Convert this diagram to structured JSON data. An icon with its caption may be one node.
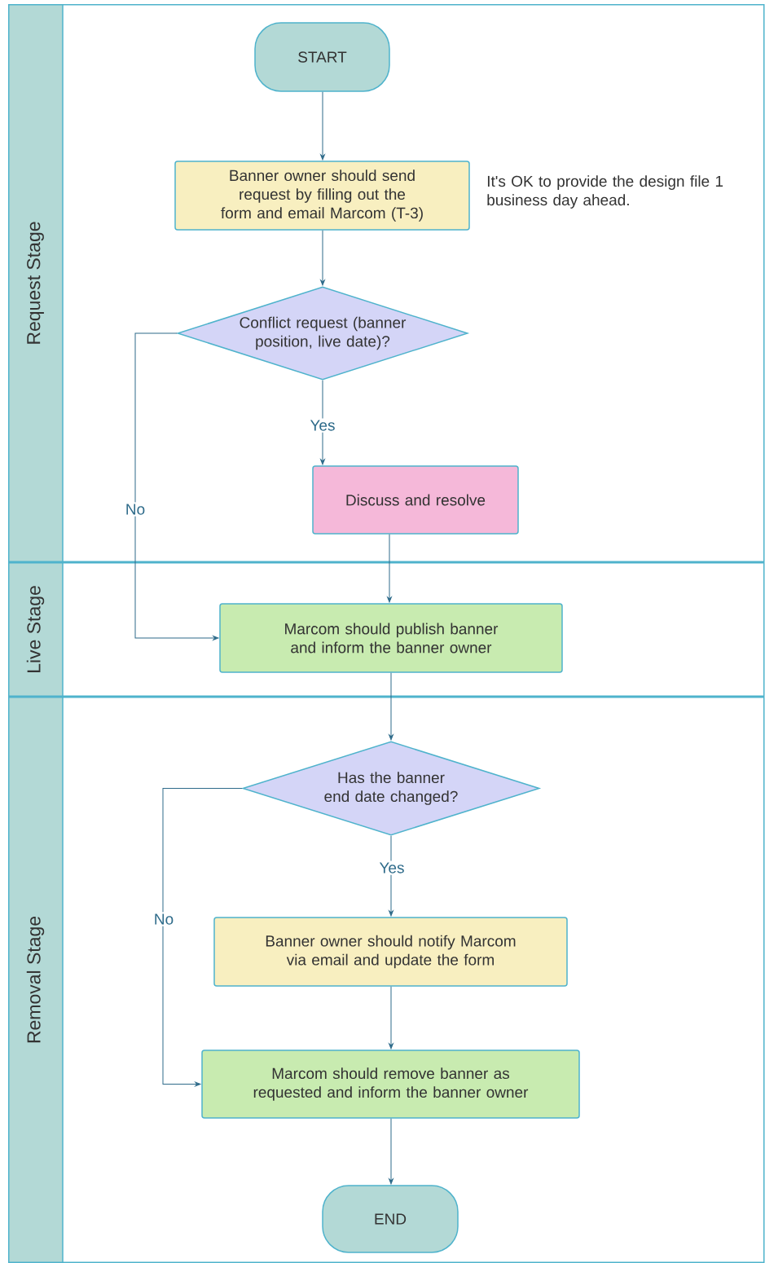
{
  "diagram": {
    "nodes": [
      {
        "text": [
          "Request Stage"
        ]
      },
      {
        "text": [
          "START"
        ],
        "in": 0
      },
      {
        "text": [
          "Banner owner should send request by filling out the form and email Marcom (T-3)"
        ],
        "in": 0,
        "beside": [
          "It's OK to provide the design file 1 business day ahead."
        ]
      },
      {
        "text": [
          "Conflict request (banner position, live date)?"
        ],
        "in": 0
      },
      {
        "text": [
          "Discuss and resolve"
        ],
        "in": 0
      },
      {
        "text": [
          "Live Stage"
        ]
      },
      {
        "text": [
          "Marcom should publish banner and inform the banner owner"
        ],
        "in": 5
      },
      {
        "text": [
          "Removal Stage"
        ]
      },
      {
        "text": [
          "Has the banner end date changed?"
        ],
        "in": 7
      },
      {
        "text": [
          "Banner owner should notify Marcom via email and update the form"
        ],
        "in": 7
      },
      {
        "text": [
          "Marcom should remove banner as requested and inform the banner owner"
        ],
        "in": 7
      },
      {
        "text": [
          "END"
        ],
        "in": 7
      }
    ],
    "edges": [
      {
        "from": 1,
        "to": 2,
        "arrow": "to"
      },
      {
        "from": 2,
        "to": 3,
        "arrow": "to"
      },
      {
        "from": 3,
        "to": 4,
        "arrow": "to",
        "label": "Yes"
      },
      {
        "from": 3,
        "to": 6,
        "arrow": "to",
        "label": "No"
      },
      {
        "from": 4,
        "to": 6,
        "arrow": "to"
      },
      {
        "from": 6,
        "to": 8,
        "arrow": "to"
      },
      {
        "from": 8,
        "to": 9,
        "arrow": "to",
        "label": "Yes"
      },
      {
        "from": 8,
        "to": 10,
        "arrow": "to",
        "label": "No"
      },
      {
        "from": 9,
        "to": 10,
        "arrow": "to"
      },
      {
        "from": 10,
        "to": 11,
        "arrow": "to"
      }
    ]
  }
}
